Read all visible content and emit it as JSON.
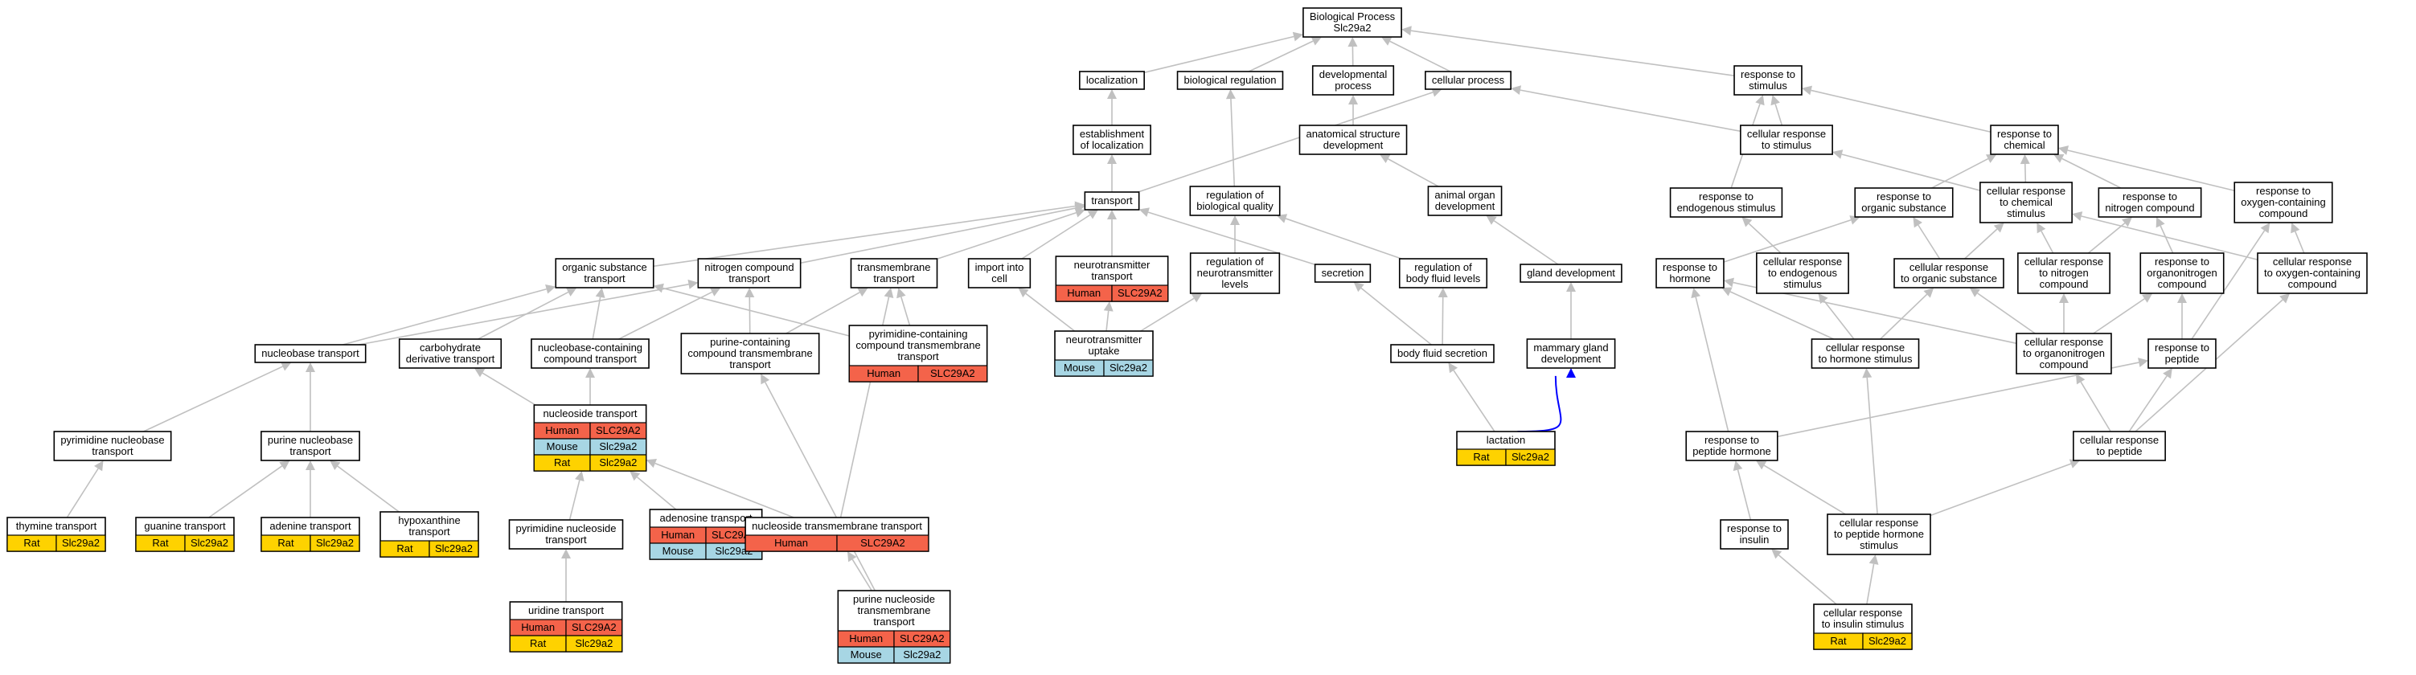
{
  "colors": {
    "Human": "#f4634a",
    "Mouse": "#a7d6e4",
    "Rat": "#fed200",
    "edge": "#c0c0c0",
    "highlight_edge": "#0000ff"
  },
  "nodes": {
    "bp": {
      "lines": [
        "Biological Process",
        "Slc29a2"
      ]
    },
    "localization": {
      "lines": [
        "localization"
      ]
    },
    "bioreg": {
      "lines": [
        "biological regulation"
      ]
    },
    "devproc": {
      "lines": [
        "developmental",
        "process"
      ]
    },
    "cellproc": {
      "lines": [
        "cellular process"
      ]
    },
    "respstim": {
      "lines": [
        "response to",
        "stimulus"
      ]
    },
    "estloc": {
      "lines": [
        "establishment",
        "of localization"
      ]
    },
    "anatdev": {
      "lines": [
        "anatomical structure",
        "development"
      ]
    },
    "cellrespstim": {
      "lines": [
        "cellular response",
        "to stimulus"
      ]
    },
    "respchem": {
      "lines": [
        "response to",
        "chemical"
      ]
    },
    "transport": {
      "lines": [
        "transport"
      ]
    },
    "regbioqual": {
      "lines": [
        "regulation of",
        "biological quality"
      ]
    },
    "animorgdev": {
      "lines": [
        "animal organ",
        "development"
      ]
    },
    "respendostim": {
      "lines": [
        "response to",
        "endogenous stimulus"
      ]
    },
    "resporgsub": {
      "lines": [
        "response to",
        "organic substance"
      ]
    },
    "cellrespchem": {
      "lines": [
        "cellular response",
        "to chemical",
        "stimulus"
      ]
    },
    "respnitro": {
      "lines": [
        "response to",
        "nitrogen compound"
      ]
    },
    "respoxy": {
      "lines": [
        "response to",
        "oxygen-containing",
        "compound"
      ]
    },
    "orgsubtrans": {
      "lines": [
        "organic substance",
        "transport"
      ]
    },
    "nitrotrans": {
      "lines": [
        "nitrogen compound",
        "transport"
      ]
    },
    "transmemtrans": {
      "lines": [
        "transmembrane",
        "transport"
      ]
    },
    "importcell": {
      "lines": [
        "import into",
        "cell"
      ]
    },
    "neurotrans": {
      "lines": [
        "neurotransmitter",
        "transport"
      ],
      "species": [
        [
          "Human",
          "SLC29A2"
        ]
      ]
    },
    "regneurolev": {
      "lines": [
        "regulation of",
        "neurotransmitter",
        "levels"
      ]
    },
    "secretion": {
      "lines": [
        "secretion"
      ]
    },
    "regbodyfluid": {
      "lines": [
        "regulation of",
        "body fluid levels"
      ]
    },
    "glanddev": {
      "lines": [
        "gland development"
      ]
    },
    "resphormone": {
      "lines": [
        "response to",
        "hormone"
      ]
    },
    "cellrespendo": {
      "lines": [
        "cellular response",
        "to endogenous",
        "stimulus"
      ]
    },
    "cellresporgsub": {
      "lines": [
        "cellular response",
        "to organic substance"
      ]
    },
    "cellrespnitro": {
      "lines": [
        "cellular response",
        "to nitrogen",
        "compound"
      ]
    },
    "resporganonitro": {
      "lines": [
        "response to",
        "organonitrogen",
        "compound"
      ]
    },
    "cellrespoxy": {
      "lines": [
        "cellular response",
        "to oxygen-containing",
        "compound"
      ]
    },
    "nucleobasetrans": {
      "lines": [
        "nucleobase transport"
      ]
    },
    "carbodertrans": {
      "lines": [
        "carbohydrate",
        "derivative transport"
      ]
    },
    "nbcontaintrans": {
      "lines": [
        "nucleobase-containing",
        "compound transport"
      ]
    },
    "purinecontaintm": {
      "lines": [
        "purine-containing",
        "compound transmembrane",
        "transport"
      ]
    },
    "pyrimcontaintm": {
      "lines": [
        "pyrimidine-containing",
        "compound transmembrane",
        "transport"
      ],
      "species": [
        [
          "Human",
          "SLC29A2"
        ]
      ]
    },
    "neurouptake": {
      "lines": [
        "neurotransmitter",
        "uptake"
      ],
      "species": [
        [
          "Mouse",
          "Slc29a2"
        ]
      ]
    },
    "bodyfluidsec": {
      "lines": [
        "body fluid secretion"
      ]
    },
    "mammaryglanddev": {
      "lines": [
        "mammary gland",
        "development"
      ]
    },
    "cellresphormone": {
      "lines": [
        "cellular response",
        "to hormone stimulus"
      ]
    },
    "cellresporganonitro": {
      "lines": [
        "cellular response",
        "to organonitrogen",
        "compound"
      ]
    },
    "resppeptide": {
      "lines": [
        "response to",
        "peptide"
      ]
    },
    "pyrimnbtrans": {
      "lines": [
        "pyrimidine nucleobase",
        "transport"
      ]
    },
    "purinenbtrans": {
      "lines": [
        "purine nucleobase",
        "transport"
      ]
    },
    "nucleosidetrans": {
      "lines": [
        "nucleoside transport"
      ],
      "species": [
        [
          "Human",
          "SLC29A2"
        ],
        [
          "Mouse",
          "Slc29a2"
        ],
        [
          "Rat",
          "Slc29a2"
        ]
      ]
    },
    "lactation": {
      "lines": [
        "lactation"
      ],
      "species": [
        [
          "Rat",
          "Slc29a2"
        ]
      ]
    },
    "resppeptidehormone": {
      "lines": [
        "response to",
        "peptide hormone"
      ]
    },
    "cellresppeptide": {
      "lines": [
        "cellular response",
        "to peptide"
      ]
    },
    "thyminetrans": {
      "lines": [
        "thymine transport"
      ],
      "species": [
        [
          "Rat",
          "Slc29a2"
        ]
      ]
    },
    "guaninetrans": {
      "lines": [
        "guanine transport"
      ],
      "species": [
        [
          "Rat",
          "Slc29a2"
        ]
      ]
    },
    "adeninetrans": {
      "lines": [
        "adenine transport"
      ],
      "species": [
        [
          "Rat",
          "Slc29a2"
        ]
      ]
    },
    "hypoxantrans": {
      "lines": [
        "hypoxanthine",
        "transport"
      ],
      "species": [
        [
          "Rat",
          "Slc29a2"
        ]
      ]
    },
    "pyrimnstrans": {
      "lines": [
        "pyrimidine nucleoside",
        "transport"
      ]
    },
    "adenosinetrans": {
      "lines": [
        "adenosine transport"
      ],
      "species": [
        [
          "Human",
          "SLC29A2"
        ],
        [
          "Mouse",
          "Slc29a2"
        ]
      ]
    },
    "nucleosidetmtrans": {
      "lines": [
        "nucleoside transmembrane transport"
      ],
      "species": [
        [
          "Human",
          "SLC29A2"
        ]
      ]
    },
    "respinsulin": {
      "lines": [
        "response to",
        "insulin"
      ]
    },
    "cellresppeptidehormone": {
      "lines": [
        "cellular response",
        "to peptide hormone",
        "stimulus"
      ]
    },
    "uridinetrans": {
      "lines": [
        "uridine transport"
      ],
      "species": [
        [
          "Human",
          "SLC29A2"
        ],
        [
          "Rat",
          "Slc29a2"
        ]
      ]
    },
    "purinenstmtrans": {
      "lines": [
        "purine nucleoside",
        "transmembrane",
        "transport"
      ],
      "species": [
        [
          "Human",
          "SLC29A2"
        ],
        [
          "Mouse",
          "Slc29a2"
        ]
      ]
    },
    "cellrespinsulin": {
      "lines": [
        "cellular response",
        "to insulin stimulus"
      ],
      "species": [
        [
          "Rat",
          "Slc29a2"
        ]
      ]
    }
  },
  "edges": [
    [
      "localization",
      "bp"
    ],
    [
      "bioreg",
      "bp"
    ],
    [
      "devproc",
      "bp"
    ],
    [
      "cellproc",
      "bp"
    ],
    [
      "respstim",
      "bp"
    ],
    [
      "estloc",
      "localization"
    ],
    [
      "anatdev",
      "devproc"
    ],
    [
      "cellrespstim",
      "cellproc"
    ],
    [
      "cellrespstim",
      "respstim"
    ],
    [
      "respchem",
      "respstim"
    ],
    [
      "transport",
      "estloc"
    ],
    [
      "transport",
      "cellproc"
    ],
    [
      "regbioqual",
      "bioreg"
    ],
    [
      "animorgdev",
      "anatdev"
    ],
    [
      "respendostim",
      "respstim"
    ],
    [
      "resporgsub",
      "respchem"
    ],
    [
      "cellrespchem",
      "respchem"
    ],
    [
      "cellrespchem",
      "cellrespstim"
    ],
    [
      "respnitro",
      "respchem"
    ],
    [
      "respoxy",
      "respchem"
    ],
    [
      "orgsubtrans",
      "transport"
    ],
    [
      "nitrotrans",
      "transport"
    ],
    [
      "transmemtrans",
      "transport"
    ],
    [
      "importcell",
      "transport"
    ],
    [
      "neurotrans",
      "transport"
    ],
    [
      "regneurolev",
      "regbioqual"
    ],
    [
      "secretion",
      "transport"
    ],
    [
      "regbodyfluid",
      "regbioqual"
    ],
    [
      "glanddev",
      "animorgdev"
    ],
    [
      "resphormone",
      "resporgsub"
    ],
    [
      "cellrespendo",
      "respendostim"
    ],
    [
      "cellresporgsub",
      "resporgsub"
    ],
    [
      "cellresporgsub",
      "cellrespchem"
    ],
    [
      "cellrespnitro",
      "cellrespchem"
    ],
    [
      "cellrespnitro",
      "respnitro"
    ],
    [
      "resporganonitro",
      "respnitro"
    ],
    [
      "cellrespoxy",
      "cellrespchem"
    ],
    [
      "cellrespoxy",
      "respoxy"
    ],
    [
      "nucleobasetrans",
      "orgsubtrans"
    ],
    [
      "nucleobasetrans",
      "nitrotrans"
    ],
    [
      "carbodertrans",
      "orgsubtrans"
    ],
    [
      "nbcontaintrans",
      "orgsubtrans"
    ],
    [
      "nbcontaintrans",
      "nitrotrans"
    ],
    [
      "purinecontaintm",
      "transmemtrans"
    ],
    [
      "purinecontaintm",
      "nitrotrans"
    ],
    [
      "pyrimcontaintm",
      "transmemtrans"
    ],
    [
      "pyrimcontaintm",
      "orgsubtrans"
    ],
    [
      "neurouptake",
      "importcell"
    ],
    [
      "neurouptake",
      "neurotrans"
    ],
    [
      "neurouptake",
      "regneurolev"
    ],
    [
      "bodyfluidsec",
      "secretion"
    ],
    [
      "bodyfluidsec",
      "regbodyfluid"
    ],
    [
      "mammaryglanddev",
      "glanddev"
    ],
    [
      "cellresphormone",
      "resphormone"
    ],
    [
      "cellresphormone",
      "cellrespendo"
    ],
    [
      "cellresphormone",
      "cellresporgsub"
    ],
    [
      "cellresporganonitro",
      "cellresporgsub"
    ],
    [
      "cellresporganonitro",
      "cellrespnitro"
    ],
    [
      "cellresporganonitro",
      "resporganonitro"
    ],
    [
      "cellresporganonitro",
      "resphormone"
    ],
    [
      "resppeptide",
      "resporganonitro"
    ],
    [
      "resppeptide",
      "respoxy"
    ],
    [
      "pyrimnbtrans",
      "nucleobasetrans"
    ],
    [
      "purinenbtrans",
      "nucleobasetrans"
    ],
    [
      "nucleosidetrans",
      "carbodertrans"
    ],
    [
      "nucleosidetrans",
      "nbcontaintrans"
    ],
    [
      "lactation",
      "bodyfluidsec"
    ],
    [
      "resppeptidehormone",
      "resphormone"
    ],
    [
      "resppeptidehormone",
      "resppeptide"
    ],
    [
      "cellresppeptide",
      "resppeptide"
    ],
    [
      "cellresppeptide",
      "cellresporganonitro"
    ],
    [
      "cellresppeptide",
      "cellrespoxy"
    ],
    [
      "thyminetrans",
      "pyrimnbtrans"
    ],
    [
      "guaninetrans",
      "purinenbtrans"
    ],
    [
      "adeninetrans",
      "purinenbtrans"
    ],
    [
      "hypoxantrans",
      "purinenbtrans"
    ],
    [
      "pyrimnstrans",
      "nucleosidetrans"
    ],
    [
      "adenosinetrans",
      "nucleosidetrans"
    ],
    [
      "nucleosidetmtrans",
      "nucleosidetrans"
    ],
    [
      "nucleosidetmtrans",
      "transmemtrans"
    ],
    [
      "respinsulin",
      "resppeptidehormone"
    ],
    [
      "cellresppeptidehormone",
      "resppeptidehormone"
    ],
    [
      "cellresppeptidehormone",
      "cellresphormone"
    ],
    [
      "cellresppeptidehormone",
      "cellresppeptide"
    ],
    [
      "uridinetrans",
      "pyrimnstrans"
    ],
    [
      "purinenstmtrans",
      "purinecontaintm"
    ],
    [
      "purinenstmtrans",
      "nucleosidetmtrans"
    ],
    [
      "cellrespinsulin",
      "respinsulin"
    ],
    [
      "cellrespinsulin",
      "cellresppeptidehormone"
    ]
  ],
  "highlight_edges": [
    [
      "lactation",
      "mammaryglanddev"
    ]
  ]
}
